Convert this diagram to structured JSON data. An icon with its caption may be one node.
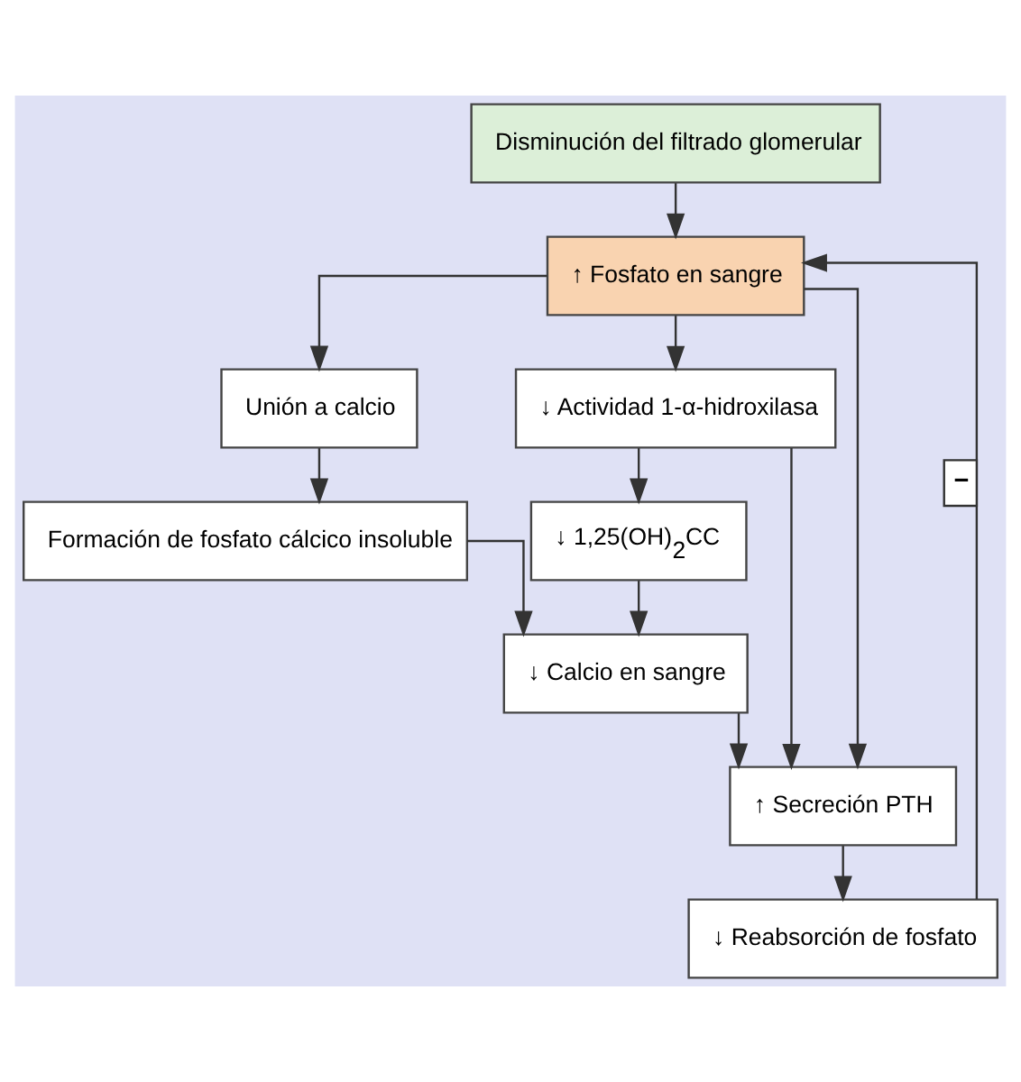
{
  "diagram": {
    "nodes": [
      {
        "text": [
          "Disminución del filtrado glomerular"
        ]
      },
      {
        "text": [
          "↑ Fosfato en sangre"
        ]
      },
      {
        "text": [
          "Unión a calcio"
        ]
      },
      {
        "text": [
          "↓ Actividad 1-α-hidroxilasa"
        ]
      },
      {
        "text": [
          "Formación de fosfato cálcico insoluble"
        ]
      },
      {
        "text": [
          "↓ 1,25(OH)$_{2}$CC"
        ]
      },
      {
        "text": [
          "↓ Calcio en sangre"
        ]
      },
      {
        "text": [
          "↑ Secreción PTH"
        ]
      },
      {
        "text": [
          "↓ Reabsorción de fosfato"
        ]
      }
    ],
    "edges": [
      {
        "from": 0,
        "to": 1,
        "arrow": "to"
      },
      {
        "from": 1,
        "to": 2,
        "arrow": "to"
      },
      {
        "from": 1,
        "to": 3,
        "arrow": "to"
      },
      {
        "from": 1,
        "to": 7,
        "arrow": "to"
      },
      {
        "from": 2,
        "to": 4,
        "arrow": "to"
      },
      {
        "from": 3,
        "to": 5,
        "arrow": "to"
      },
      {
        "from": 3,
        "to": 7,
        "arrow": "to"
      },
      {
        "from": 4,
        "to": 6,
        "arrow": "to"
      },
      {
        "from": 5,
        "to": 6,
        "arrow": "to"
      },
      {
        "from": 6,
        "to": 7,
        "arrow": "to"
      },
      {
        "from": 7,
        "to": 8,
        "arrow": "to"
      },
      {
        "from": 8,
        "to": 1,
        "arrow": "to",
        "label": "−"
      }
    ]
  }
}
